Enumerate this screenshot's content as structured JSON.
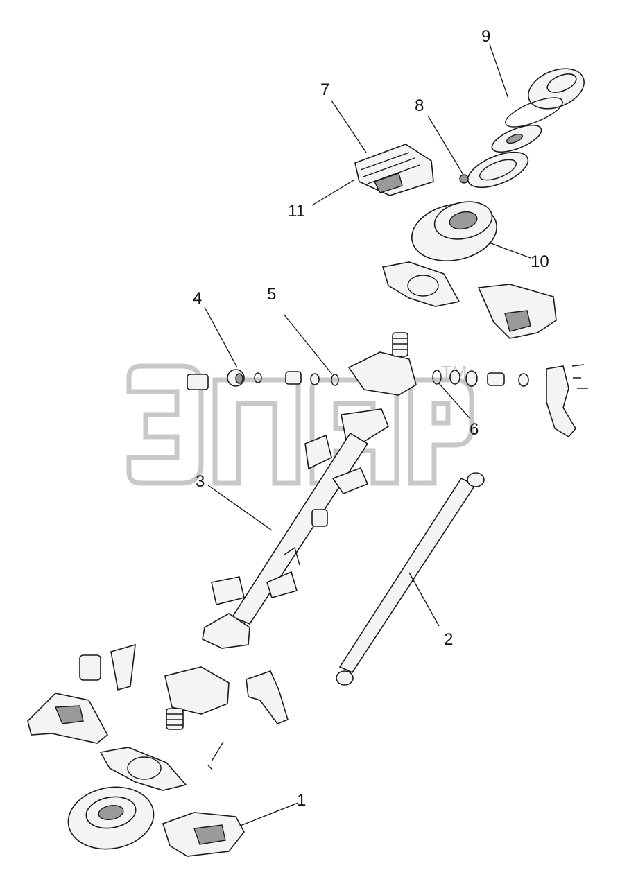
{
  "watermark": {
    "text": "ЭПАР",
    "trademark": "TM"
  },
  "callouts": [
    {
      "id": "1",
      "label": "1"
    },
    {
      "id": "2",
      "label": "2"
    },
    {
      "id": "3",
      "label": "3"
    },
    {
      "id": "4",
      "label": "4"
    },
    {
      "id": "5",
      "label": "5"
    },
    {
      "id": "6",
      "label": "6"
    },
    {
      "id": "7",
      "label": "7"
    },
    {
      "id": "8",
      "label": "8"
    },
    {
      "id": "9",
      "label": "9"
    },
    {
      "id": "10",
      "label": "10"
    },
    {
      "id": "11",
      "label": "11"
    }
  ]
}
